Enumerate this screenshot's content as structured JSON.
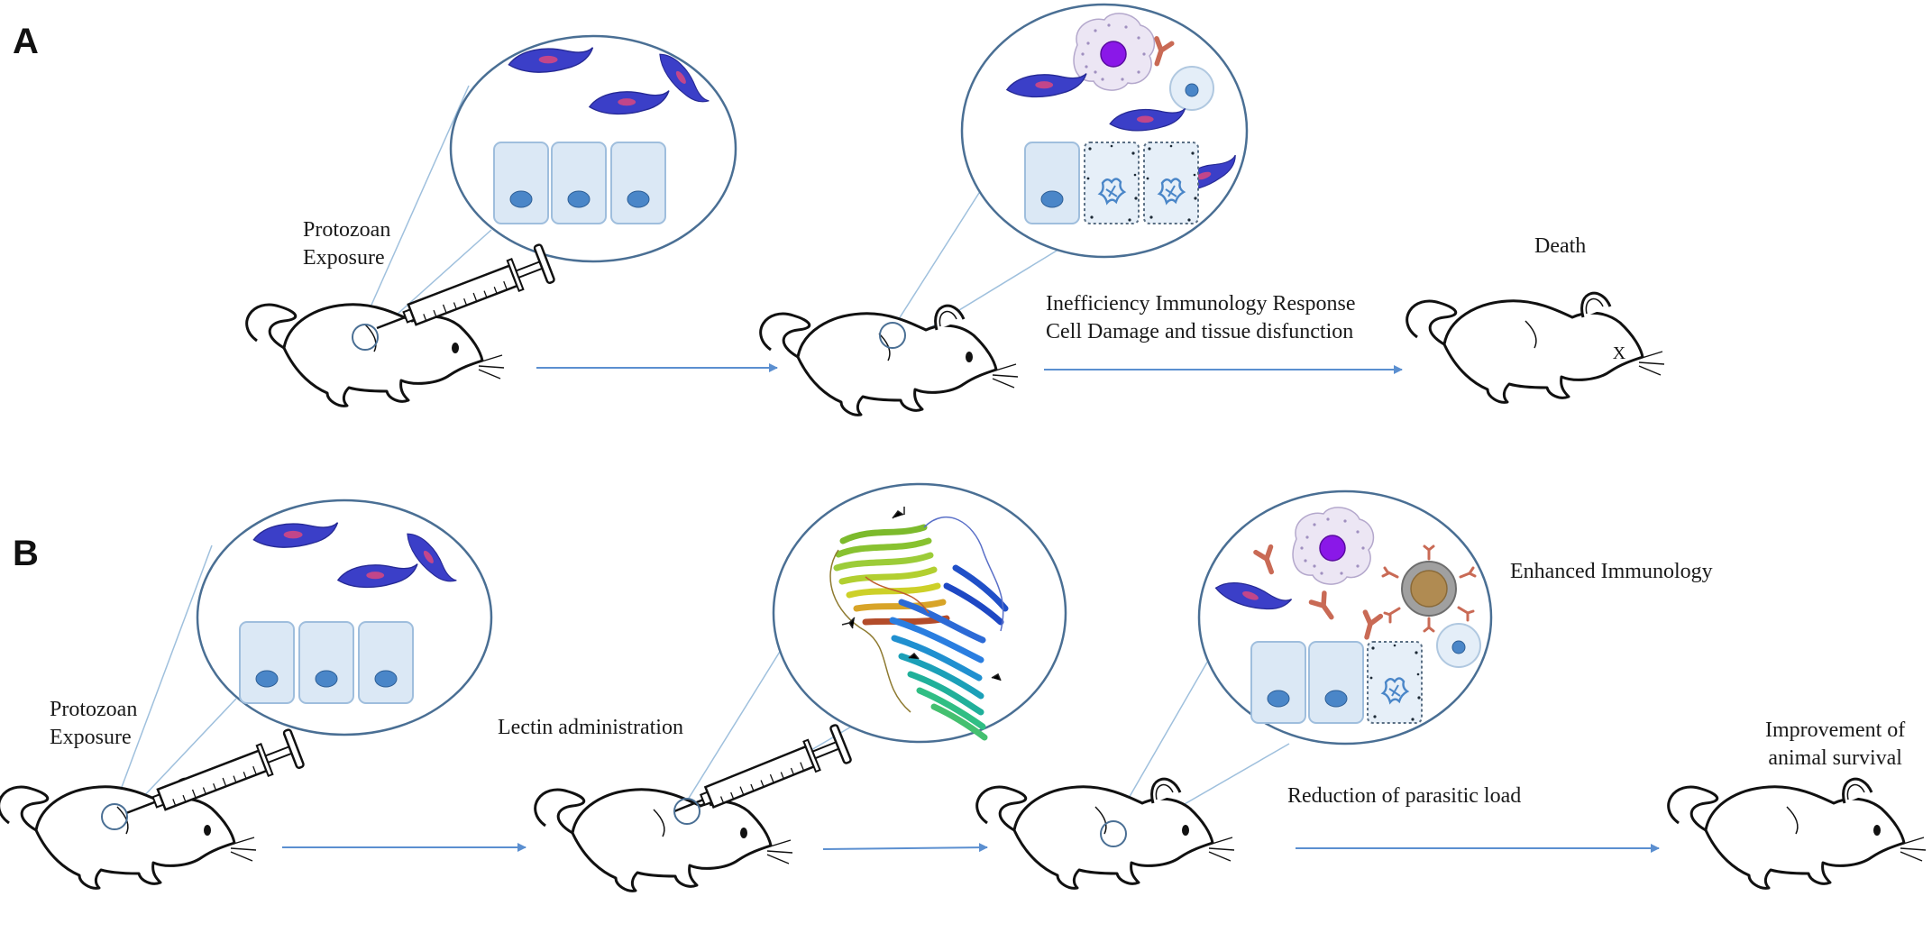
{
  "panels": {
    "a": {
      "letter": "A",
      "exposure_line1": "Protozoan",
      "exposure_line2": "Exposure",
      "response_line1": "Inefficiency  Immunology Response",
      "response_line2": "Cell Damage and tissue disfunction",
      "outcome": "Death",
      "dead_eye_mark": "X"
    },
    "b": {
      "letter": "B",
      "exposure_line1": "Protozoan",
      "exposure_line2": "Exposure",
      "treatment": "Lectin administration",
      "immunity": "Enhanced Immunology",
      "reduction": "Reduction of parasitic  load",
      "outcome_line1": "Improvement of",
      "outcome_line2": "animal survival"
    }
  },
  "colors": {
    "parasite": "#3b3fc8",
    "parasite_nucleus": "#c2468a",
    "cell_fill": "#dbe8f5",
    "cell_nucleus": "#4a86c8",
    "arrow": "#5b8fd0",
    "zoom_circle": "#4a6f94",
    "macrophage_nucleus": "#8a18e8",
    "antibody": "#c96a55"
  }
}
